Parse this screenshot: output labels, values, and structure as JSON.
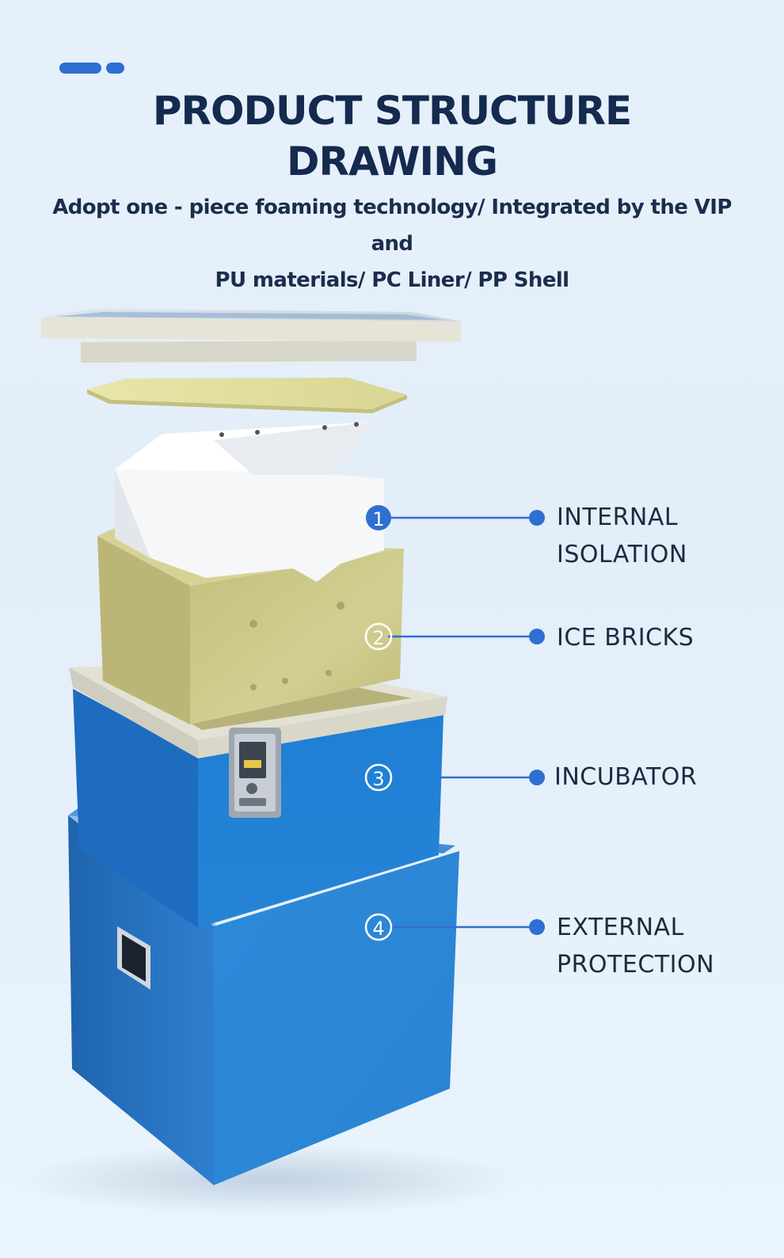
{
  "header": {
    "title_line1": "PRODUCT STRUCTURE",
    "title_line2": "DRAWING",
    "subtitle_line1": "Adopt one - piece foaming technology/ Integrated by the VIP and",
    "subtitle_line2": "PU materials/ PC Liner/ PP Shell"
  },
  "callouts": [
    {
      "marker": "1",
      "line1": "INTERNAL",
      "line2": "ISOLATION"
    },
    {
      "marker": "2",
      "line1": "ICE BRICKS",
      "line2": ""
    },
    {
      "marker": "3",
      "line1": "INCUBATOR",
      "line2": ""
    },
    {
      "marker": "4",
      "line1": "EXTERNAL",
      "line2": "PROTECTION"
    }
  ],
  "colors": {
    "accent": "#2f6fd1",
    "title": "#142a4e",
    "box_blue": "#2a86d6",
    "ice_brick": "#c9c585",
    "lid": "#e4e2d4"
  }
}
